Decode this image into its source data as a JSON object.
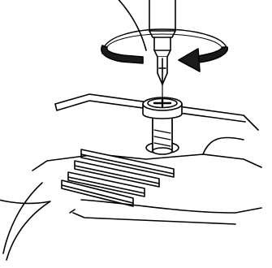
{
  "figure": {
    "type": "technical-illustration",
    "subject": "screwdriver-tightening-screw-magnified-detail",
    "rotation_direction": "clockwise",
    "colors": {
      "stroke": "#000000",
      "fill": "#ffffff",
      "arrow": "#1a1a1a",
      "arrow_band": "#e6e6e6"
    },
    "icons": [
      "screwdriver-icon",
      "rotation-arrow-icon",
      "screw-icon",
      "bracket-plate-icon"
    ]
  }
}
